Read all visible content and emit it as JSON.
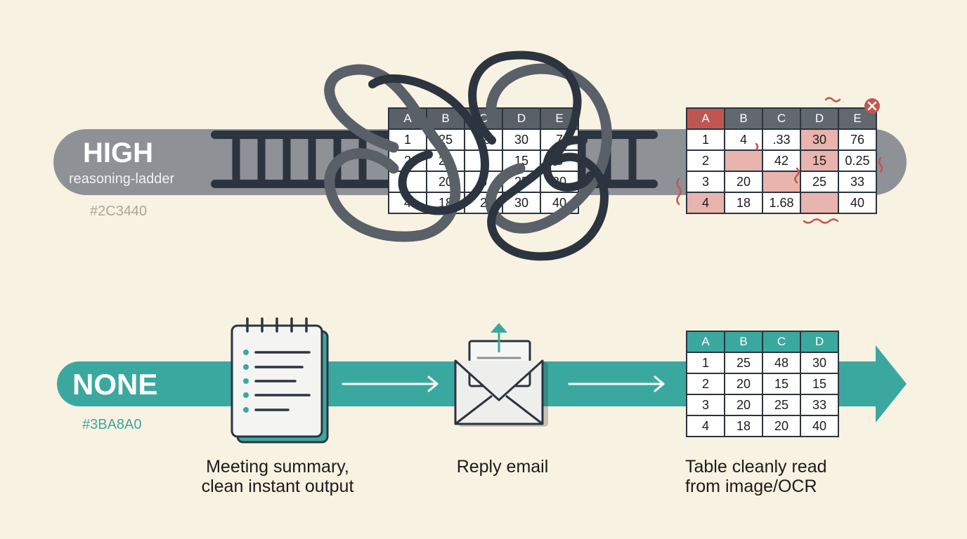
{
  "high": {
    "title": "HIGH",
    "subtitle": "reasoning-ladder",
    "hex": "#2C3440",
    "color": "#2C3440",
    "mess_table": {
      "headers": [
        "A",
        "B",
        "C",
        "D",
        "E"
      ],
      "rows": [
        [
          "1",
          "25",
          "48",
          "30",
          "7"
        ],
        [
          "2",
          "20",
          "1",
          "15",
          "3"
        ],
        [
          "",
          "20",
          "5",
          "25",
          "30"
        ],
        [
          "4",
          "18",
          "2",
          "30",
          "40"
        ]
      ]
    },
    "broken_table": {
      "headers": [
        "A",
        "B",
        "C",
        "D",
        "E"
      ],
      "rows": [
        [
          "1",
          "4",
          ".33",
          "30",
          "76"
        ],
        [
          "2",
          "",
          "42",
          "15",
          "0.25"
        ],
        [
          "3",
          "20",
          "",
          "25",
          "33"
        ],
        [
          "4",
          "18",
          "1.68",
          "",
          "40"
        ]
      ],
      "error_icon": "close-icon",
      "error_color": "#C05652"
    }
  },
  "none": {
    "title": "NONE",
    "hex": "#3BA8A0",
    "color": "#3BA8A0",
    "steps": [
      {
        "icon": "notepad-icon",
        "caption_line1": "Meeting summary,",
        "caption_line2": "clean instant output"
      },
      {
        "icon": "envelope-icon",
        "caption_line1": "Reply email",
        "caption_line2": ""
      },
      {
        "icon": "table-icon",
        "caption_line1": "Table cleanly read",
        "caption_line2": "from image/OCR"
      }
    ],
    "clean_table": {
      "headers": [
        "A",
        "B",
        "C",
        "D"
      ],
      "rows": [
        [
          "1",
          "25",
          "48",
          "30"
        ],
        [
          "2",
          "20",
          "15",
          "15"
        ],
        [
          "3",
          "20",
          "25",
          "33"
        ],
        [
          "4",
          "18",
          "20",
          "40"
        ]
      ]
    }
  }
}
